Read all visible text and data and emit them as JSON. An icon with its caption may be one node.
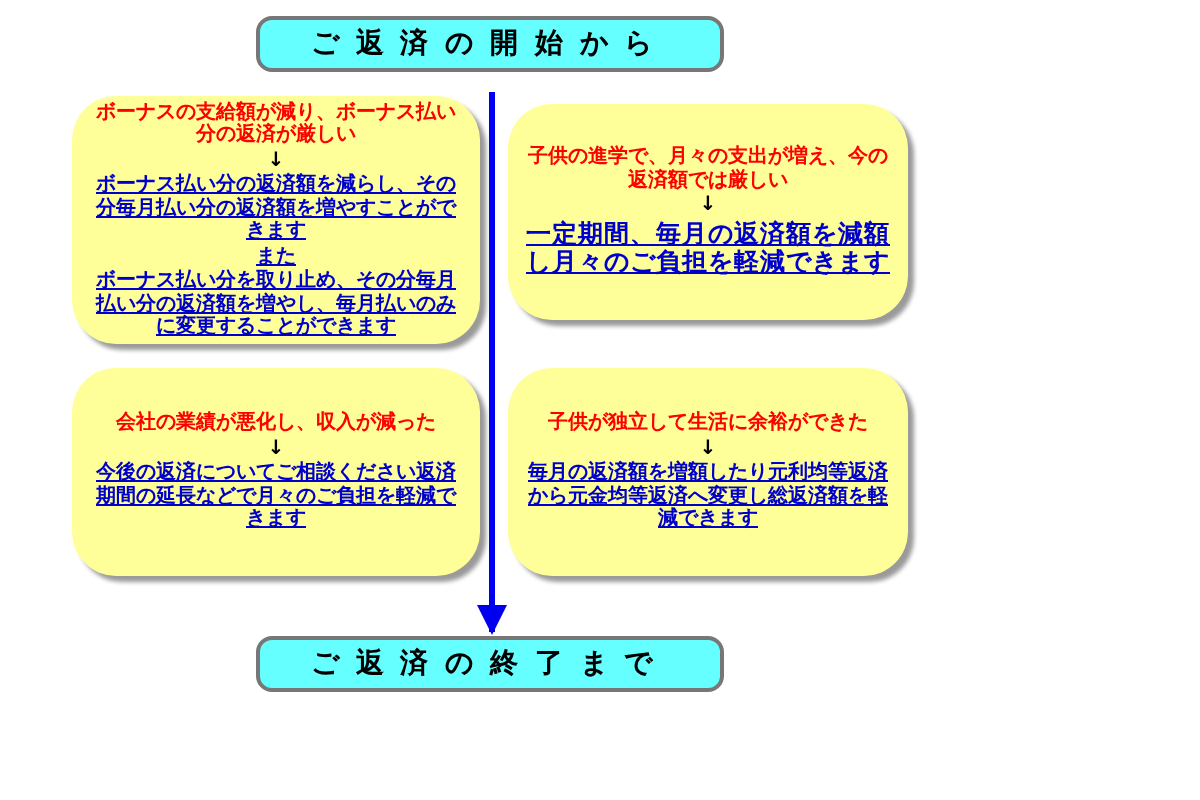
{
  "diagram": {
    "nodes": [
      {
        "text": [
          "ご返済の開始から"
        ]
      },
      {
        "text": [
          "ボーナスの支給額が減り、ボーナス払い分の返済が厳しい",
          "↓",
          "ボーナス払い分の返済額を減らし、その分毎月払い分の返済額を増やすことができます",
          "また",
          "ボーナス払い分を取り止め、その分毎月払い分の返済額を増やし、毎月払いのみに変更することができます"
        ]
      },
      {
        "text": [
          "子供の進学で、月々の支出が増え、今の返済額では厳しい",
          "↓",
          "一定期間、毎月の返済額を減額し月々のご負担を軽減できます"
        ]
      },
      {
        "text": [
          "会社の業績が悪化し、収入が減った",
          "↓",
          "今後の返済についてご相談ください返済期間の延長などで月々のご負担を軽減できます"
        ]
      },
      {
        "text": [
          "子供が独立して生活に余裕ができた",
          "↓",
          "毎月の返済額を増額したり元利均等返済から元金均等返済へ変更し総返済額を軽減できます"
        ]
      },
      {
        "text": [
          "ご返済の終了まで"
        ]
      }
    ],
    "edges": [
      {
        "from": 0,
        "to": 5,
        "arrow": "to"
      }
    ]
  }
}
